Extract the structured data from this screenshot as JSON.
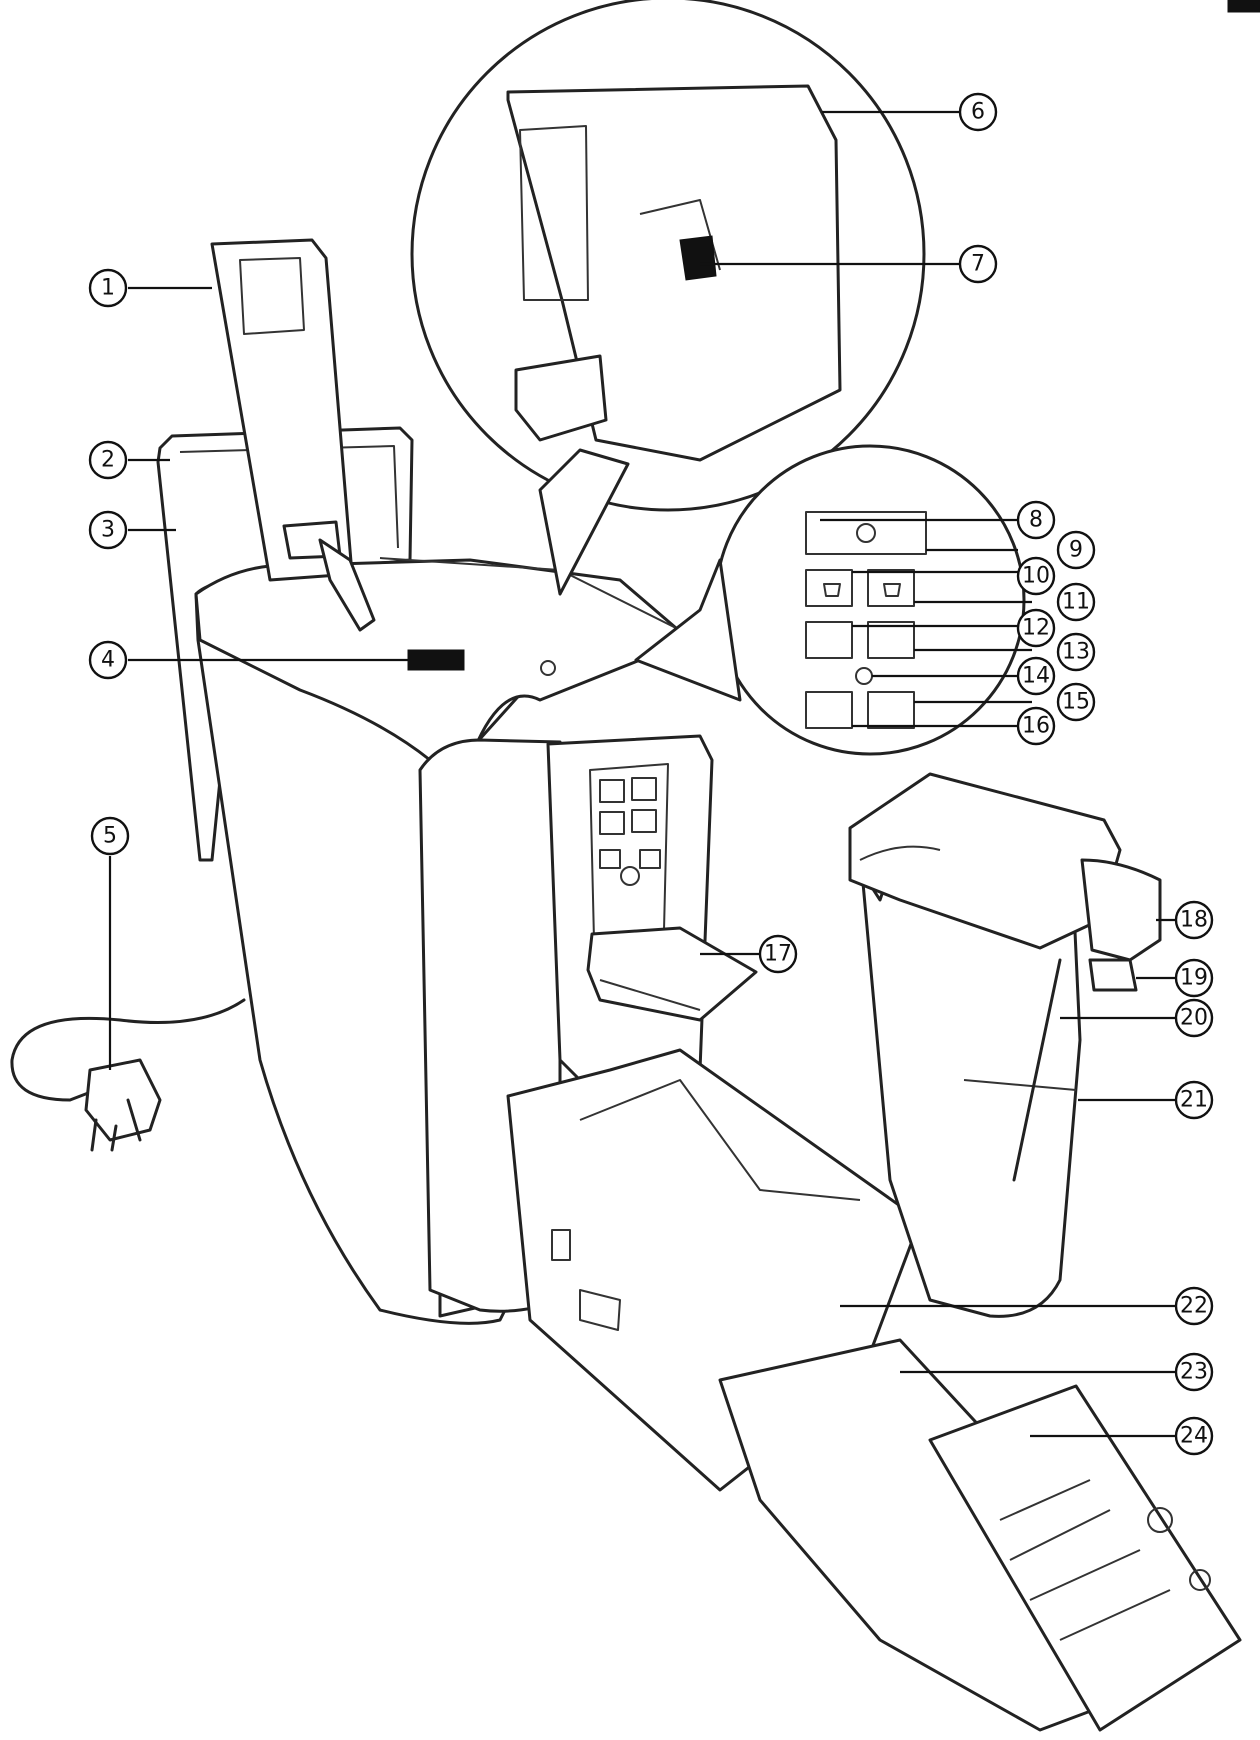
{
  "callouts": [
    {
      "number": "1"
    },
    {
      "number": "2"
    },
    {
      "number": "3"
    },
    {
      "number": "4"
    },
    {
      "number": "5"
    },
    {
      "number": "6"
    },
    {
      "number": "7"
    },
    {
      "number": "8"
    },
    {
      "number": "9"
    },
    {
      "number": "10"
    },
    {
      "number": "11"
    },
    {
      "number": "12"
    },
    {
      "number": "13"
    },
    {
      "number": "14"
    },
    {
      "number": "15"
    },
    {
      "number": "16"
    },
    {
      "number": "17"
    },
    {
      "number": "18"
    },
    {
      "number": "19"
    },
    {
      "number": "20"
    },
    {
      "number": "21"
    },
    {
      "number": "22"
    },
    {
      "number": "23"
    },
    {
      "number": "24"
    }
  ],
  "colors": {
    "line": "#222222",
    "background": "#ffffff",
    "corner_tab": "#111111"
  }
}
